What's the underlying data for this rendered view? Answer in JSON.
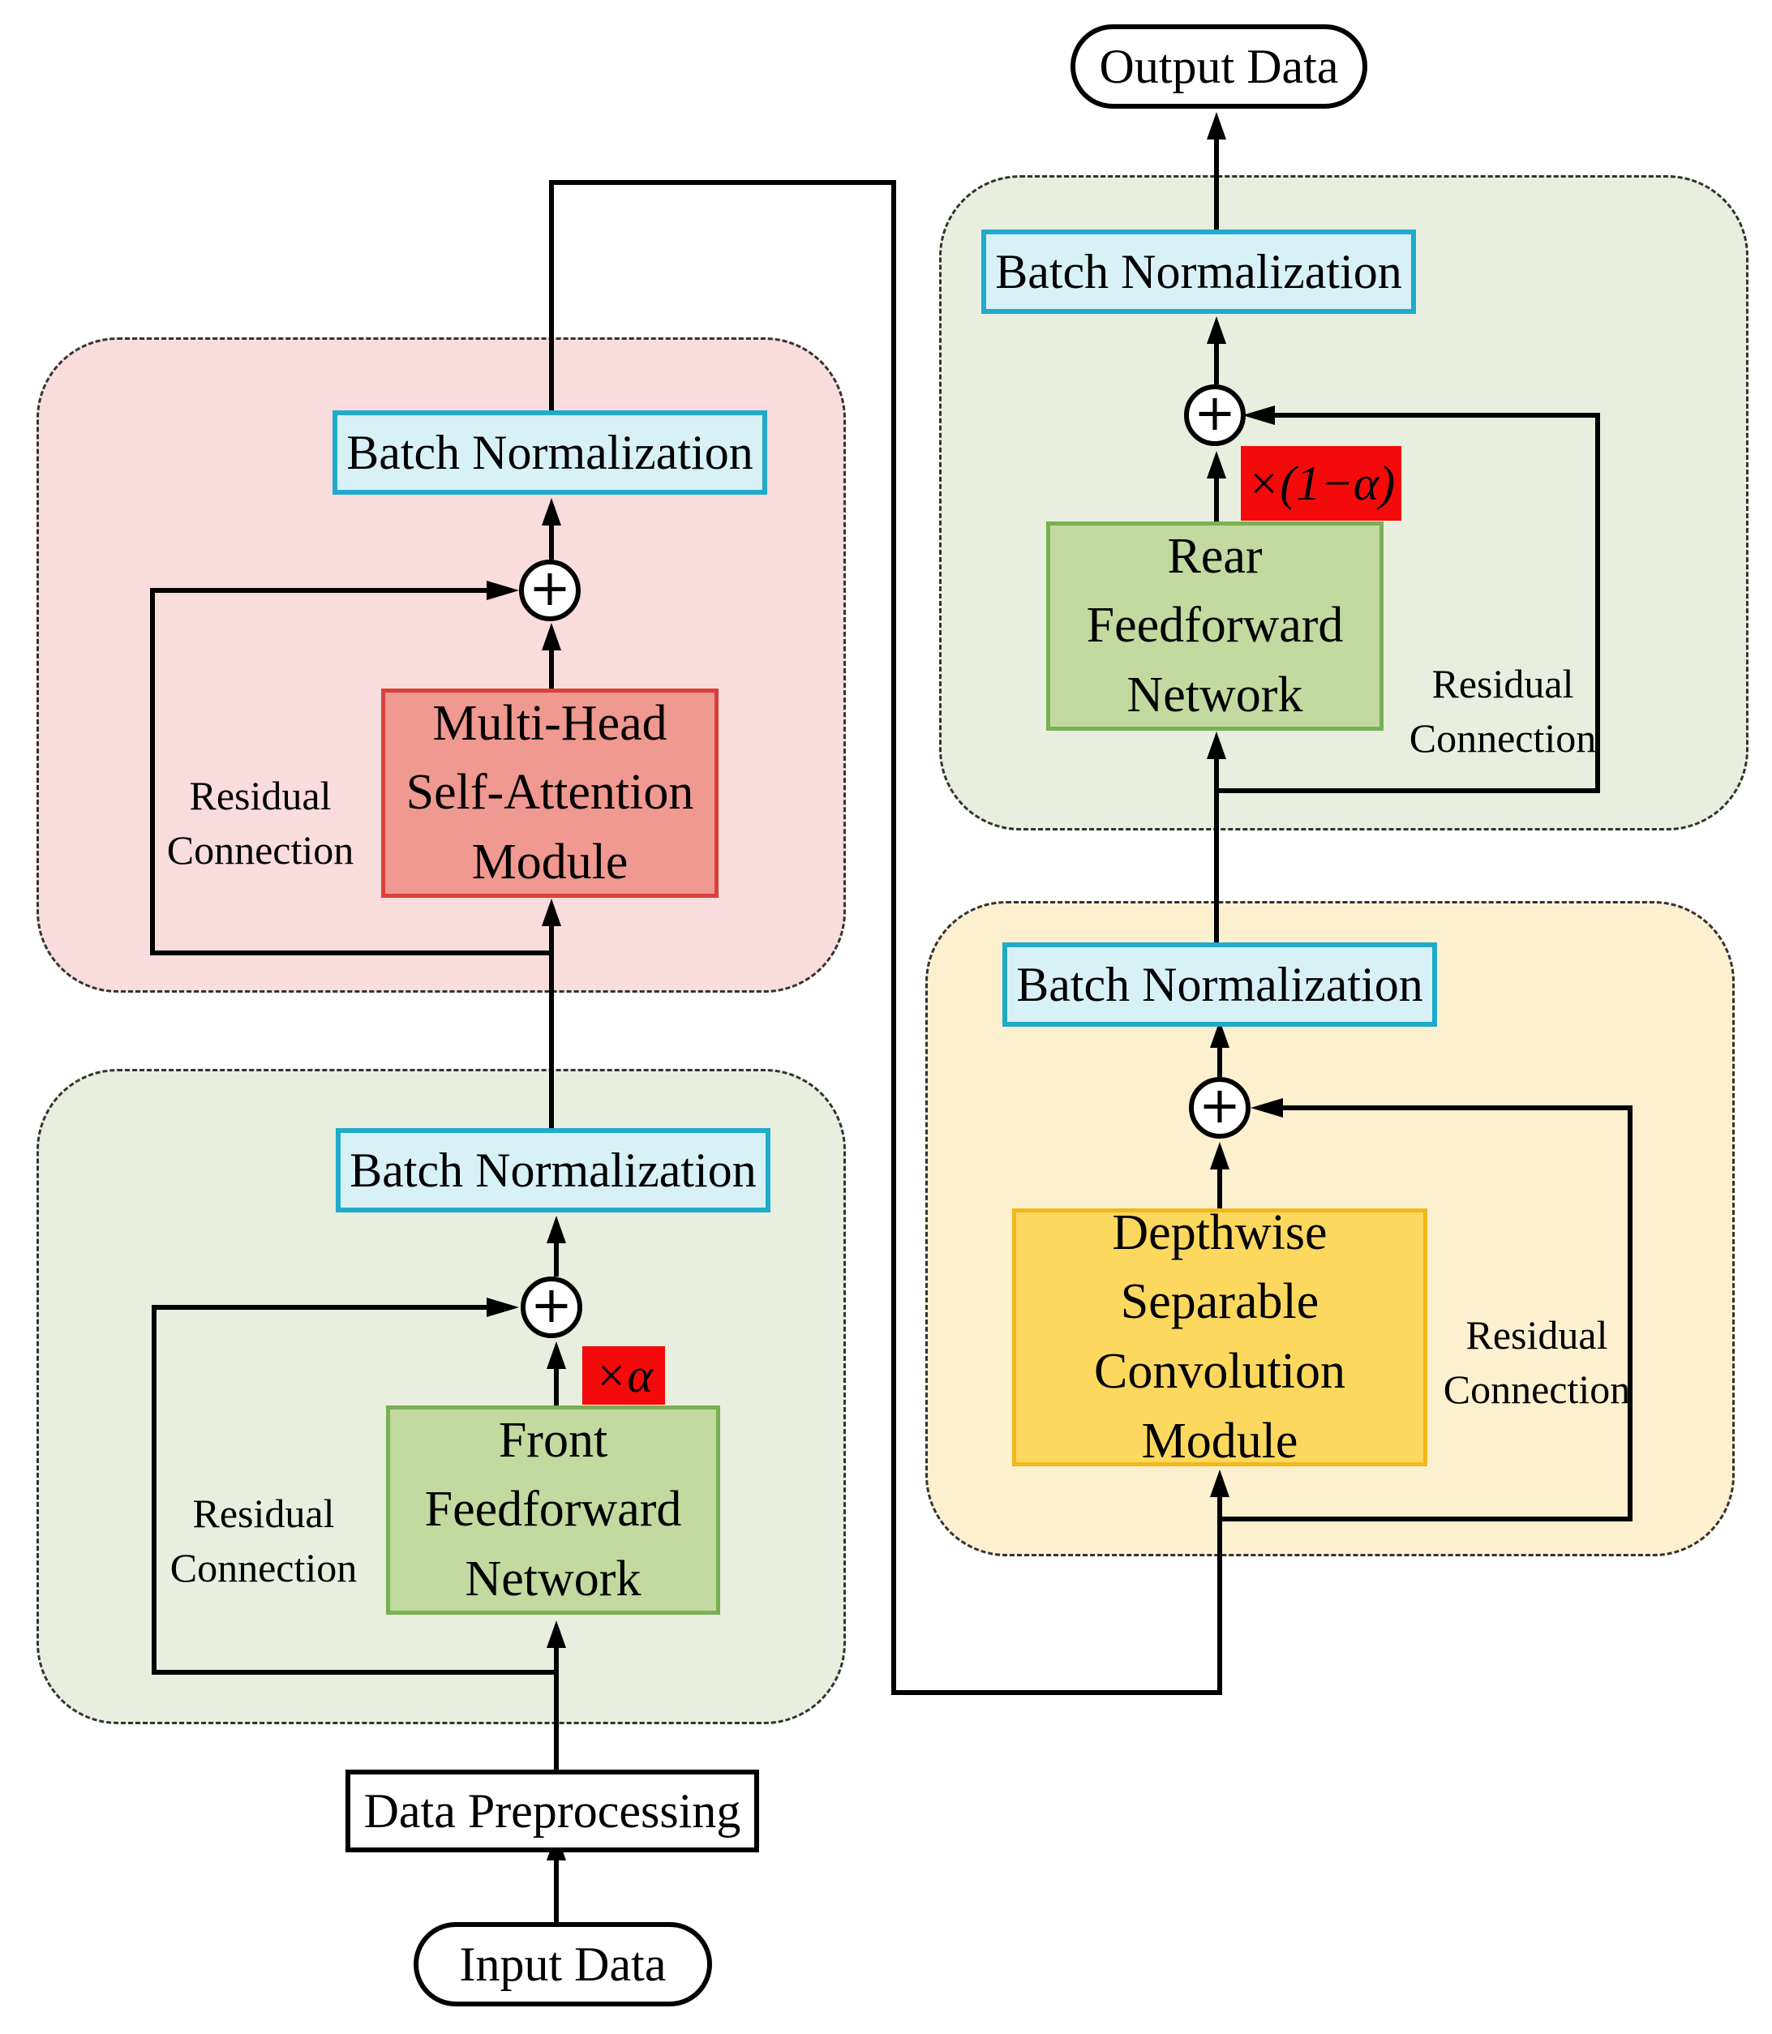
{
  "nodes": {
    "output": "Output Data",
    "input": "Input Data",
    "preprocessing": "Data Preprocessing",
    "bn_label": "Batch Normalization",
    "front_ffn": "Front\nFeedforward\nNetwork",
    "mhsa": "Multi-Head\nSelf-Attention\nModule",
    "dsc": "Depthwise Separable\nConvolution Module",
    "rear_ffn": "Rear\nFeedforward\nNetwork",
    "residual": "Residual\nConnection",
    "sum_symbol": "+",
    "scale_front": "×α",
    "scale_rear": "×(1−α)"
  },
  "colors": {
    "front_ffn_group": "#e8efdf",
    "mhsa_group": "#f9dcdc",
    "dsc_group": "#fdf0cf",
    "rear_ffn_group": "#e8efdf",
    "bn_fill": "#d8f1f6",
    "bn_border": "#21aacb",
    "ffn_fill": "#c2d9a0",
    "mhsa_fill": "#ef9990",
    "dsc_fill": "#fcd85e",
    "scale_highlight": "#f40a0a"
  }
}
